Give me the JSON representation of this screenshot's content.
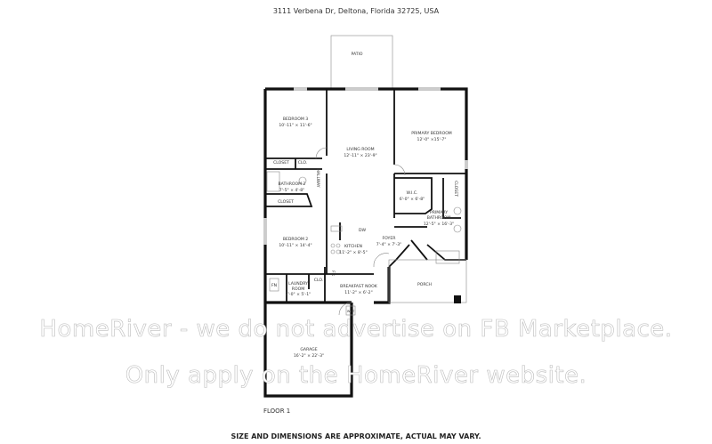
{
  "header": {
    "address": "3111 Verbena Dr, Deltona, Florida 32725, USA"
  },
  "rooms": {
    "patio": {
      "name": "PATIO"
    },
    "bedroom3": {
      "name": "BEDROOM 3",
      "dims": "10'-11\" × 11'-6\""
    },
    "living": {
      "name": "LIVING ROOM",
      "dims": "12'-11\" × 23'-9\""
    },
    "primary_bed": {
      "name": "PRIMARY BEDROOM",
      "dims": "12'-0\" ×15'-7\""
    },
    "closet1": {
      "name": "CLOSET"
    },
    "clo1": {
      "name": "CLO."
    },
    "hallway": {
      "name": "HALLWAY"
    },
    "bathroom2": {
      "name": "BATHROOM 2",
      "dims": "7'-5\" × 4'-8\""
    },
    "closet2": {
      "name": "CLOSET"
    },
    "wic": {
      "name": "W.I.C.",
      "dims": "6'-0\" × 6'-8\""
    },
    "closet3": {
      "name": "CLOSET"
    },
    "primary_bath": {
      "name": "PRIMARY BATHROOM",
      "name1": "PRIMARY",
      "name2": "BATHROOM",
      "dims": "12'-5\" × 16'-3\""
    },
    "bedroom2": {
      "name": "BEDROOM 2",
      "dims": "10'-11\" × 14'-4\""
    },
    "kitchen": {
      "name": "KITCHEN",
      "dims": "11'-2\" × 8'-5\""
    },
    "dw": {
      "name": "DW"
    },
    "foyer": {
      "name": "FOYER",
      "dims": "7'-4\" × 7'-3\""
    },
    "porch": {
      "name": "PORCH"
    },
    "fn": {
      "name": "FN"
    },
    "laundry": {
      "name1": "LAUNDRY",
      "name2": "ROOM",
      "dims": "7'-0\" × 5'-1\""
    },
    "clo2": {
      "name": "CLO."
    },
    "fr": {
      "name": "FR"
    },
    "nook": {
      "name": "BREAKFAST NOOK",
      "dims": "11'-2\" × 6'-2\""
    },
    "wh": {
      "name": "WHT"
    },
    "garage": {
      "name": "GARAGE",
      "dims": "16'-2\" × 22'-3\""
    }
  },
  "floor_label": "FLOOR 1",
  "watermark": {
    "line1": "HomeRiver - we do not advertise on FB Marketplace.",
    "line2": "Only apply on the HomeRiver website."
  },
  "footer": {
    "disclaimer": "SIZE AND DIMENSIONS ARE APPROXIMATE, ACTUAL MAY VARY."
  }
}
